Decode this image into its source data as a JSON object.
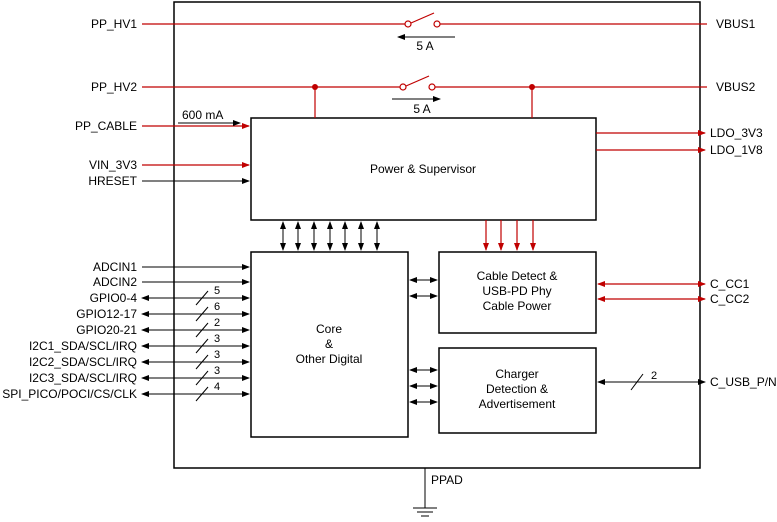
{
  "colors": {
    "power": "#c00000",
    "signal": "#000000"
  },
  "pins_left": {
    "pp_hv1": "PP_HV1",
    "pp_hv2": "PP_HV2",
    "pp_cable": "PP_CABLE",
    "vin_3v3": "VIN_3V3",
    "hreset": "HRESET",
    "adcin1": "ADCIN1",
    "adcin2": "ADCIN2",
    "gpio0_4": "GPIO0-4",
    "gpio12_17": "GPIO12-17",
    "gpio20_21": "GPIO20-21",
    "i2c1": "I2C1_SDA/SCL/IRQ",
    "i2c2": "I2C2_SDA/SCL/IRQ",
    "i2c3": "I2C3_SDA/SCL/IRQ",
    "spi": "SPI_PICO/POCI/CS/CLK"
  },
  "pins_right": {
    "vbus1": "VBUS1",
    "vbus2": "VBUS2",
    "ldo_3v3": "LDO_3V3",
    "ldo_1v8": "LDO_1V8",
    "c_cc1": "C_CC1",
    "c_cc2": "C_CC2",
    "c_usb_pn": "C_USB_P/N"
  },
  "ground_pin": "PPAD",
  "switches": {
    "sw1_current": "5 A",
    "sw2_current": "5 A"
  },
  "cable_current": "600 mA",
  "bus_widths": {
    "gpio0_4": "5",
    "gpio12_17": "6",
    "gpio20_21": "2",
    "i2c1": "3",
    "i2c2": "3",
    "i2c3": "3",
    "spi": "4",
    "c_usb_pn": "2"
  },
  "blocks": {
    "power_supervisor": "Power & Supervisor",
    "core_line1": "Core",
    "core_line2": "&",
    "core_line3": "Other Digital",
    "cable_line1": "Cable Detect &",
    "cable_line2": "USB-PD Phy",
    "cable_line3": "Cable Power",
    "charger_line1": "Charger",
    "charger_line2": "Detection &",
    "charger_line3": "Advertisement"
  }
}
